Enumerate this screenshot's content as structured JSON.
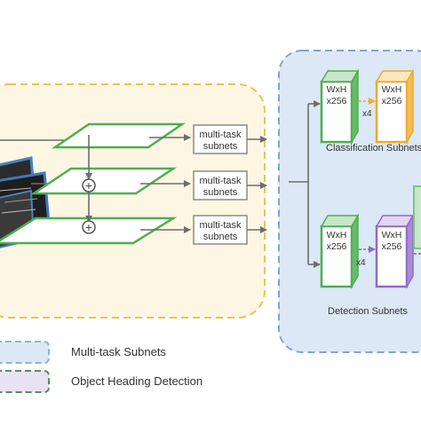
{
  "colors": {
    "fpn_box_fill": "#fdf6e3",
    "fpn_box_stroke": "#e8c35a",
    "subnet_box_fill": "#dce8f5",
    "subnet_box_stroke": "#7fa6cf",
    "layer_green": "#4caf50",
    "layer_orange": "#f0a92f",
    "layer_purple": "#8e6cc4",
    "legend_dash_blue": "#8fb3d6",
    "legend_fill_purple": "#e8e2f4",
    "legend_dash_green": "#5b8c5a",
    "arrow_gray": "#6d6d6d",
    "label_box_stroke": "#8a8a8a",
    "text_dark": "#333333"
  },
  "multitask_boxes": [
    {
      "line1": "multi-task",
      "line2": "subnets"
    },
    {
      "line1": "multi-task",
      "line2": "subnets"
    },
    {
      "line1": "multi-task",
      "line2": "subnets"
    }
  ],
  "plus_symbol": "+",
  "classification": {
    "block1": {
      "line1": "WxH",
      "line2": "x256"
    },
    "repeat": "x4",
    "block2": {
      "line1": "WxH",
      "line2": "x256"
    },
    "label": "Classification Subnets"
  },
  "detection": {
    "block1": {
      "line1": "WxH",
      "line2": "x256"
    },
    "repeat": "x4",
    "block2": {
      "line1": "WxH",
      "line2": "x256"
    },
    "label": "Detection Subnets"
  },
  "legend": {
    "item1": "Multi-task Subnets",
    "item2": "Object Heading Detection"
  }
}
